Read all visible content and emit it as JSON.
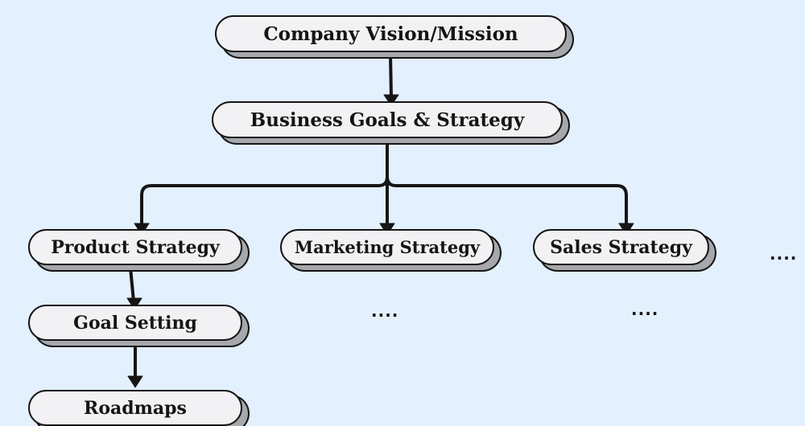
{
  "diagram": {
    "nodes": {
      "vision": "Company Vision/Mission",
      "business": "Business Goals & Strategy",
      "product": "Product Strategy",
      "marketing": "Marketing Strategy",
      "sales": "Sales Strategy",
      "goal": "Goal Setting",
      "roadmaps": "Roadmaps"
    },
    "ellipses": {
      "under_marketing": "....",
      "under_sales": "....",
      "right_of_sales": "...."
    },
    "edges": [
      {
        "from": "vision",
        "to": "business"
      },
      {
        "from": "business",
        "to": "product"
      },
      {
        "from": "business",
        "to": "marketing"
      },
      {
        "from": "business",
        "to": "sales"
      },
      {
        "from": "product",
        "to": "goal"
      },
      {
        "from": "goal",
        "to": "roadmaps"
      }
    ],
    "colors": {
      "background": "#e3f0fe",
      "node_fill": "#f2f2f4",
      "node_shadow": "#a6a8ac",
      "line": "#151515"
    }
  }
}
